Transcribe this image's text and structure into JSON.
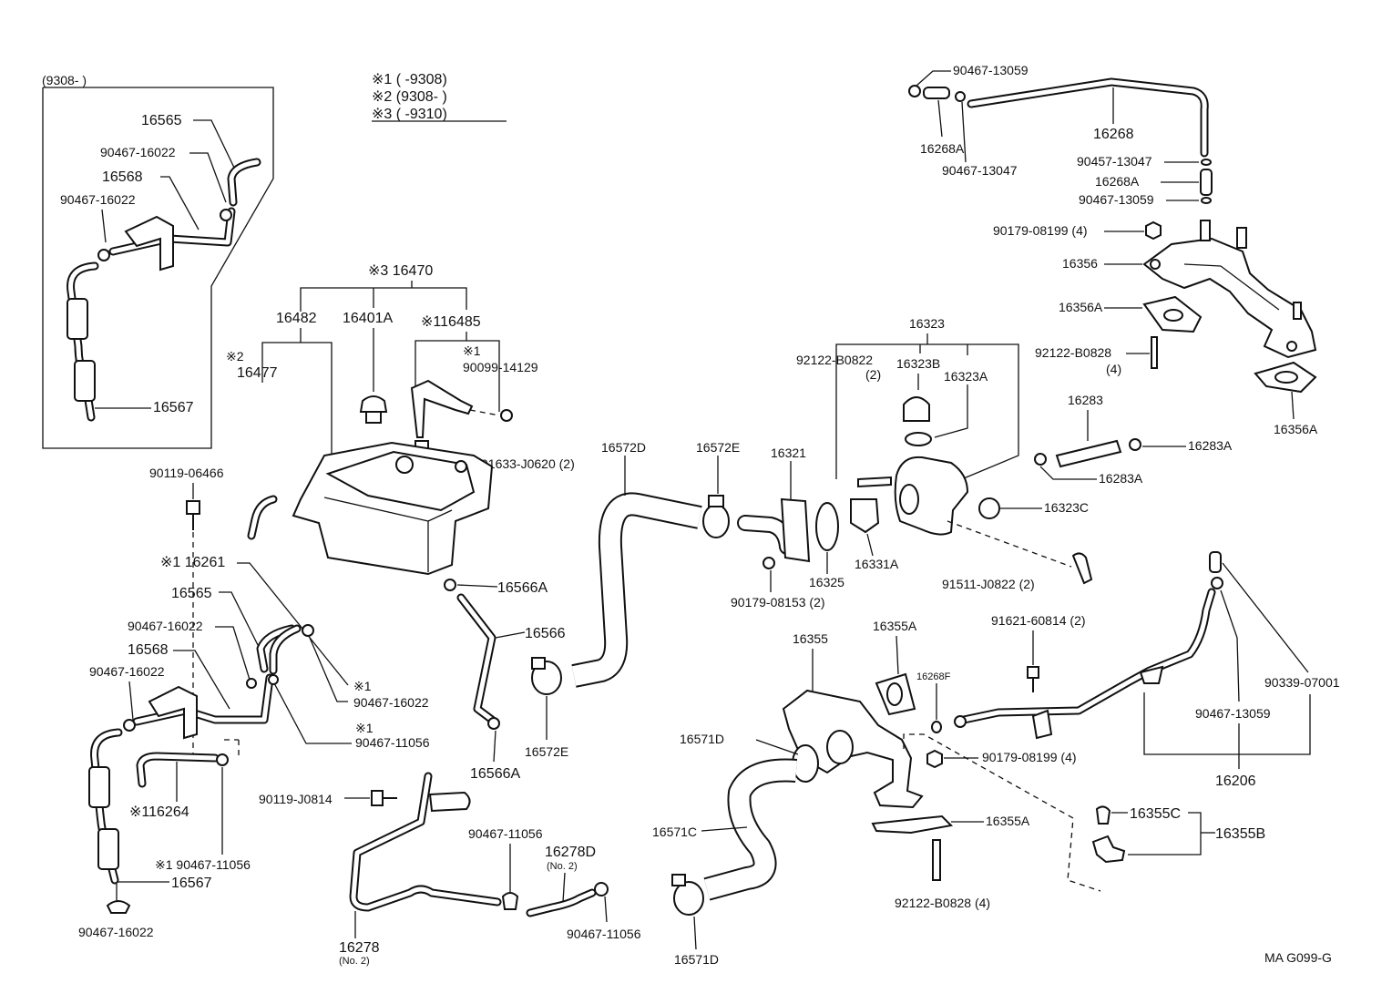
{
  "diagram": {
    "code": "MA G099-G",
    "legend": {
      "row1": "※1 (      -9308)",
      "row2": "※2 (9308-       )",
      "row3": "※3 (      -9310)"
    },
    "inset": {
      "range": "(9308-       )",
      "labels": {
        "a": "16565",
        "b": "90467-16022",
        "c": "16568",
        "d": "90467-16022",
        "e": "16567"
      }
    },
    "labels": {
      "p16470": "※3 16470",
      "p16482": "16482",
      "p16401A": "16401A",
      "p16485": "※116485",
      "p16477a": "※2",
      "p16477b": "16477",
      "p90099a": "※1",
      "p90099b": "90099-14129",
      "p91633": "91633-J0620 (2)",
      "p90119_06466": "90119-06466",
      "p16261": "※1 16261",
      "p16565": "16565",
      "p90467_16022_a": "90467-16022",
      "p16568": "16568",
      "p90467_16022_b": "90467-16022",
      "p16566A_a": "16566A",
      "p16566": "16566",
      "p16566A_b": "16566A",
      "p90467_16022_c1": "※1",
      "p90467_16022_c2": "90467-16022",
      "p90467_11056_a1": "※1",
      "p90467_11056_a2": "90467-11056",
      "p16264": "※116264",
      "p90467_11056_b": "※1 90467-11056",
      "p16567": "16567",
      "p90467_16022_d": "90467-16022",
      "p90119_J0814": "90119-J0814",
      "p16278": "16278",
      "p16278_no": "(No. 2)",
      "p90467_11056_c": "90467-11056",
      "p16278D": "16278D",
      "p16278D_no": "(No. 2)",
      "p90467_11056_d": "90467-11056",
      "p16572D": "16572D",
      "p16572E_a": "16572E",
      "p16572E_b": "16572E",
      "p16321": "16321",
      "p90179_08153": "90179-08153 (2)",
      "p16325": "16325",
      "p16323": "16323",
      "p92122_B0822": "92122-B0822",
      "p92122_B0822_n": "(2)",
      "p16323B": "16323B",
      "p16323A": "16323A",
      "p16331A": "16331A",
      "p16323C": "16323C",
      "p91511": "91511-J0822 (2)",
      "p90467_13059_a": "90467-13059",
      "p16268A_a": "16268A",
      "p90467_13047_a": "90467-13047",
      "p16268": "16268",
      "p90457_13047": "90457-13047",
      "p16268A_b": "16268A",
      "p90467_13059_b": "90467-13059",
      "p90179_08199_a": "90179-08199 (4)",
      "p16356": "16356",
      "p16356A_a": "16356A",
      "p92122_B0828_a": "92122-B0828",
      "p92122_B0828_an": "(4)",
      "p16356A_b": "16356A",
      "p16283": "16283",
      "p16283A_a": "16283A",
      "p16283A_b": "16283A",
      "p16355A_a": "16355A",
      "p16355": "16355",
      "p16268F": "16268F",
      "p91621": "91621-60814 (2)",
      "p16571D_a": "16571D",
      "p90179_08199_b": "90179-08199 (4)",
      "p16571C": "16571C",
      "p16355A_b": "16355A",
      "p92122_B0828_b": "92122-B0828 (4)",
      "p16571D_b": "16571D",
      "p16355C": "16355C",
      "p16355B": "16355B",
      "p90339": "90339-07001",
      "p90467_13059_c": "90467-13059",
      "p16206": "16206"
    }
  }
}
